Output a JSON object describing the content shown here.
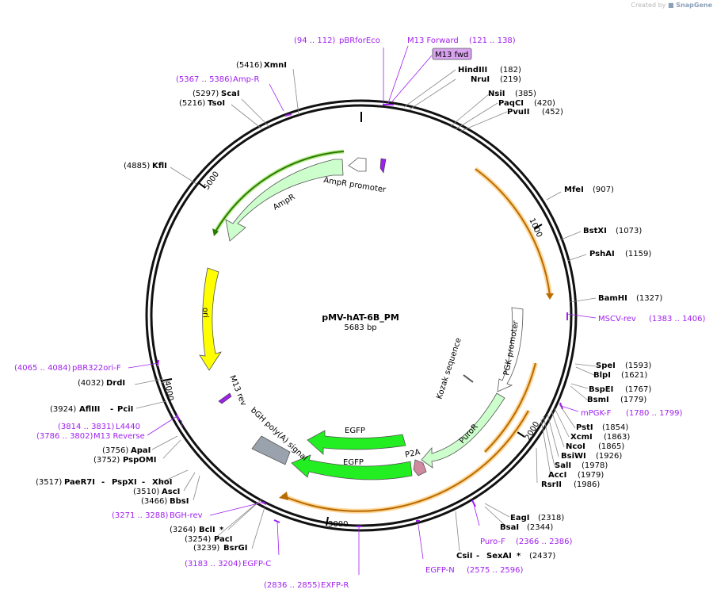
{
  "credit": {
    "prefix": "Created by",
    "brand": "SnapGene"
  },
  "plasmid": {
    "name": "pMV-hAT-6B_PM",
    "size": "5683 bp"
  },
  "ticks": [
    "1000",
    "2000",
    "3000",
    "4000",
    "5000"
  ],
  "enzymes": [
    {
      "name": "HindIII",
      "pos": "(182)"
    },
    {
      "name": "NruI",
      "pos": "(219)"
    },
    {
      "name": "NsiI",
      "pos": "(385)"
    },
    {
      "name": "PaqCI",
      "pos": "(420)"
    },
    {
      "name": "PvuII",
      "pos": "(452)"
    },
    {
      "name": "MfeI",
      "pos": "(907)"
    },
    {
      "name": "BstXI",
      "pos": "(1073)"
    },
    {
      "name": "PshAI",
      "pos": "(1159)"
    },
    {
      "name": "BamHI",
      "pos": "(1327)"
    },
    {
      "name": "SpeI",
      "pos": "(1593)"
    },
    {
      "name": "BlpI",
      "pos": "(1621)"
    },
    {
      "name": "BspEI",
      "pos": "(1767)"
    },
    {
      "name": "BsmI",
      "pos": "(1779)"
    },
    {
      "name": "PstI",
      "pos": "(1854)"
    },
    {
      "name": "XcmI",
      "pos": "(1863)"
    },
    {
      "name": "NcoI",
      "pos": "(1865)"
    },
    {
      "name": "BsiWI",
      "pos": "(1926)"
    },
    {
      "name": "SalI",
      "pos": "(1978)"
    },
    {
      "name": "AccI",
      "pos": "(1979)"
    },
    {
      "name": "RsrII",
      "pos": "(1986)"
    },
    {
      "name": "EagI",
      "pos": "(2318)"
    },
    {
      "name": "BsaI",
      "pos": "(2344)"
    },
    {
      "name": "CsiI",
      "name2": "SexAI",
      "star": "*",
      "pos": "(2437)"
    },
    {
      "name": "BclI",
      "star": "*",
      "pos": "(3264)"
    },
    {
      "name": "PacI",
      "pos": "(3254)"
    },
    {
      "name": "BsrGI",
      "pos": "(3239)"
    },
    {
      "name": "PaeR7I",
      "name2": "PspXI",
      "name3": "XhoI",
      "pos": "(3517)"
    },
    {
      "name": "AscI",
      "pos": "(3510)"
    },
    {
      "name": "BbsI",
      "pos": "(3466)"
    },
    {
      "name": "ApaI",
      "pos": "(3756)"
    },
    {
      "name": "PspOMI",
      "pos": "(3752)"
    },
    {
      "name": "AflIII",
      "name2": "PciI",
      "pos": "(3924)"
    },
    {
      "name": "DrdI",
      "pos": "(4032)"
    },
    {
      "name": "KflI",
      "pos": "(4885)"
    },
    {
      "name": "ScaI",
      "pos": "(5297)"
    },
    {
      "name": "TsoI",
      "pos": "(5216)"
    },
    {
      "name": "XmnI",
      "pos": "(5416)"
    }
  ],
  "primers": [
    {
      "name": "pBRforEco",
      "pos": "(94 .. 112)"
    },
    {
      "name": "M13 Forward",
      "pos": "(121 .. 138)"
    },
    {
      "name": "Amp-R",
      "pos": "(5367 .. 5386)"
    },
    {
      "name": "MSCV-rev",
      "pos": "(1383 .. 1406)"
    },
    {
      "name": "mPGK-F",
      "pos": "(1780 .. 1799)"
    },
    {
      "name": "Puro-F",
      "pos": "(2366 .. 2386)"
    },
    {
      "name": "EGFP-N",
      "pos": "(2575 .. 2596)"
    },
    {
      "name": "EXFP-R",
      "pos": "(2836 .. 2855)"
    },
    {
      "name": "EGFP-C",
      "pos": "(3183 .. 3204)"
    },
    {
      "name": "BGH-rev",
      "pos": "(3271 .. 3288)"
    },
    {
      "name": "M13 Reverse",
      "pos": "(3786 .. 3802)"
    },
    {
      "name": "L4440",
      "pos": "(3814 .. 3831)"
    },
    {
      "name": "pBR322ori-F",
      "pos": "(4065 .. 4084)"
    }
  ],
  "features": {
    "m13fwd": "M13 fwd",
    "amp_promoter": "AmpR promoter",
    "ampr": "AmpR",
    "ori": "ori",
    "m13rev": "M13 rev",
    "bgh": "bGH poly(A) signal",
    "egfp1": "EGFP",
    "egfp2": "EGFP",
    "p2a": "P2A",
    "puror": "PuroR",
    "pgk": "PGK promoter",
    "kozak": "Kozak sequence"
  },
  "colors": {
    "primer": "#a020f0",
    "ampr_fill": "#ccffcc",
    "ampr_line": "#2d7a00",
    "ori": "#ffff00",
    "egfp": "#22ee22",
    "puro": "#ccffcc",
    "ltr_line": "#b86b00",
    "ltr_glow": "#ffd79a",
    "bgh": "#9aa3ad",
    "p2a": "#d08aa0"
  }
}
